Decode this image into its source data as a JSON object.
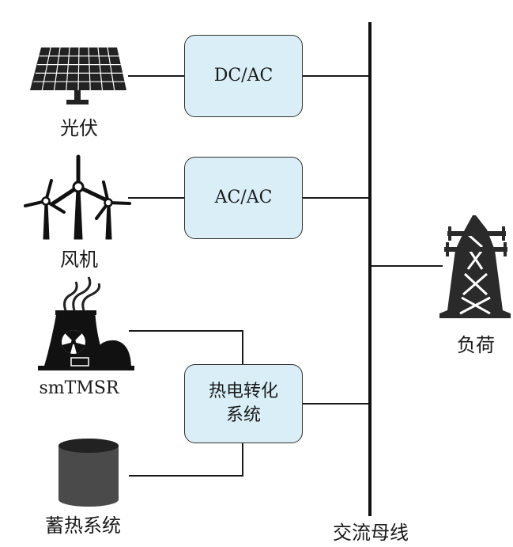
{
  "sources": {
    "pv": {
      "label": "光伏",
      "icon": "solar-panel-icon"
    },
    "wind": {
      "label": "风机",
      "icon": "wind-turbine-icon"
    },
    "smtmsr": {
      "label": "smTMSR",
      "icon": "nuclear-reactor-icon"
    },
    "storage": {
      "label": "蓄热系统",
      "icon": "storage-tank-icon"
    }
  },
  "converters": {
    "dcac": {
      "label": "DC/AC"
    },
    "acac": {
      "label": "AC/AC"
    },
    "thermal": {
      "line1": "热电转化",
      "line2": "系统"
    }
  },
  "bus": {
    "label": "交流母线"
  },
  "load": {
    "label": "负荷",
    "icon": "transmission-tower-icon"
  },
  "colors": {
    "converter_fill": "#d9eef6",
    "stroke": "#1a1a1a"
  }
}
